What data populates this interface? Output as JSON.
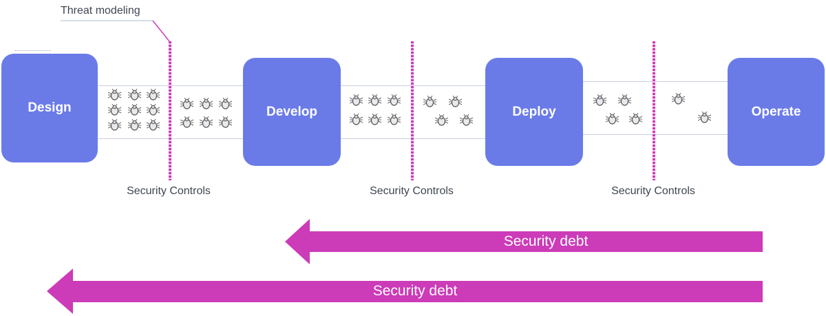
{
  "threat_modeling_label": "Threat modeling",
  "stages": [
    {
      "label": "Design"
    },
    {
      "label": "Develop"
    },
    {
      "label": "Deploy"
    },
    {
      "label": "Operate"
    }
  ],
  "security_controls_label": "Security Controls",
  "security_debt": [
    {
      "label": "Security debt"
    },
    {
      "label": "Security debt"
    }
  ],
  "icons": {
    "bug": "bug-icon"
  },
  "colors": {
    "stage_box": "#6a7be8",
    "security_accent": "#cc3bb8",
    "text": "#3e4551"
  }
}
